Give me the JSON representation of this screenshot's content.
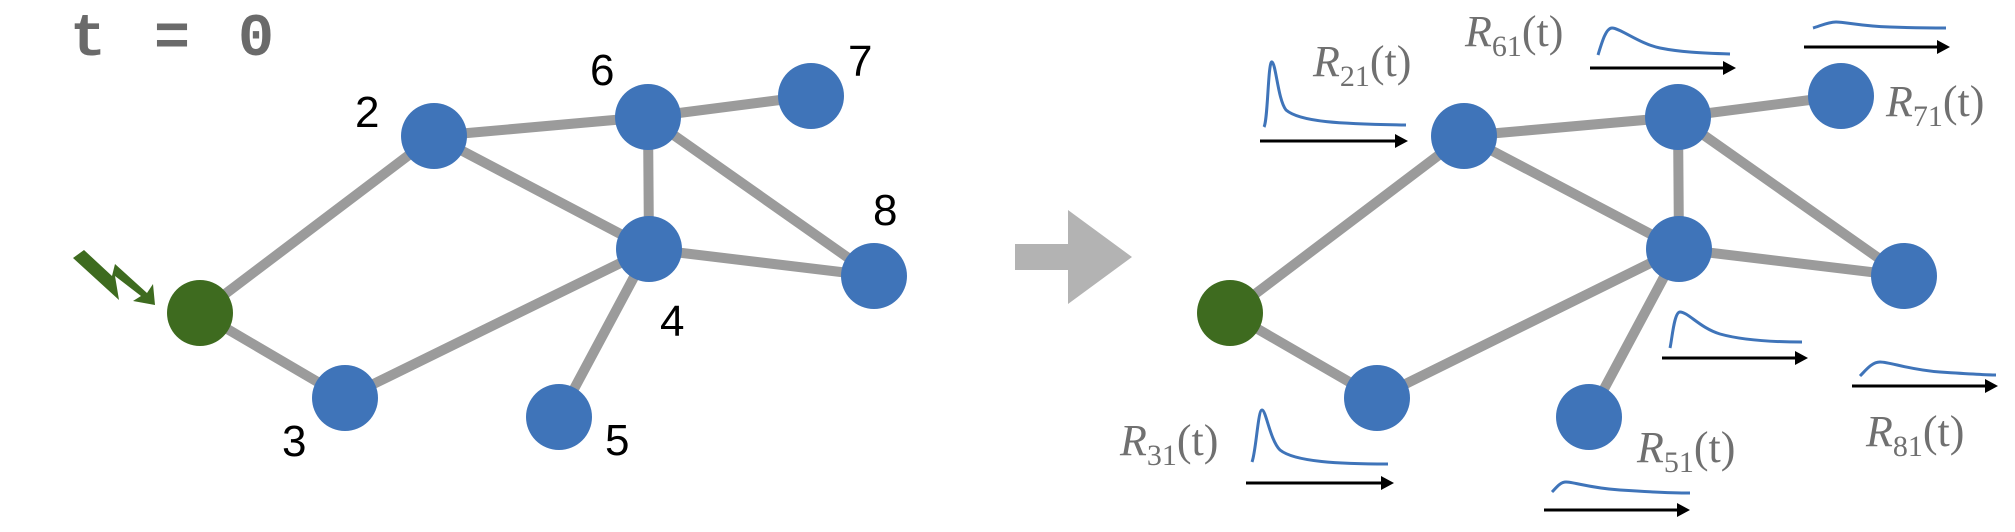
{
  "time_label": "t = 0",
  "colors": {
    "node": "#3f74b9",
    "source_node": "#3e6b1f",
    "edge": "#9b9b9b",
    "arrow": "#b3b3b3",
    "bolt": "#3e6b1f",
    "response_curve": "#3f74b9",
    "label_text": "#707070"
  },
  "node_labels": [
    "2",
    "3",
    "4",
    "5",
    "6",
    "7",
    "8"
  ],
  "responses": [
    {
      "R": "R",
      "sub": "21",
      "arg": "(t)"
    },
    {
      "R": "R",
      "sub": "31",
      "arg": "(t)"
    },
    {
      "R": "R",
      "sub": "51",
      "arg": "(t)"
    },
    {
      "R": "R",
      "sub": "61",
      "arg": "(t)"
    },
    {
      "R": "R",
      "sub": "71",
      "arg": "(t)"
    },
    {
      "R": "R",
      "sub": "81",
      "arg": "(t)"
    }
  ]
}
